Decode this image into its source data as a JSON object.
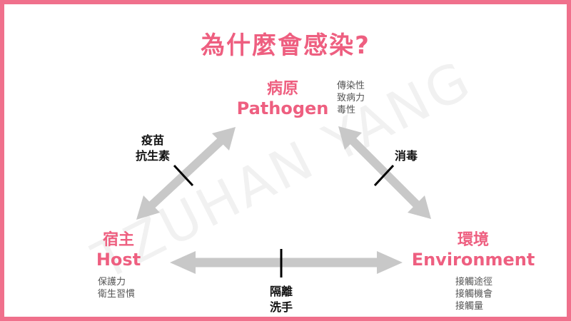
{
  "title": "為什麼會感染?",
  "watermark": "TZUHAN YANG",
  "nodes": {
    "pathogen": {
      "cn": "病原",
      "en": "Pathogen",
      "notes": [
        "傳染性",
        "致病力",
        "毒性"
      ]
    },
    "host": {
      "cn": "宿主",
      "en": "Host",
      "notes": [
        "保護力",
        "衛生習慣"
      ]
    },
    "environment": {
      "cn": "環境",
      "en": "Environment",
      "notes": [
        "接觸途徑",
        "接觸機會",
        "接觸量"
      ]
    }
  },
  "controls": {
    "host_pathogen": [
      "疫苗",
      "抗生素"
    ],
    "pathogen_environment": [
      "消毒"
    ],
    "host_environment": [
      "隔離",
      "洗手"
    ]
  },
  "colors": {
    "accent": "#ee5f80",
    "border": "#f0708c",
    "arrow": "#c8c8c8",
    "bar": "#000000"
  }
}
